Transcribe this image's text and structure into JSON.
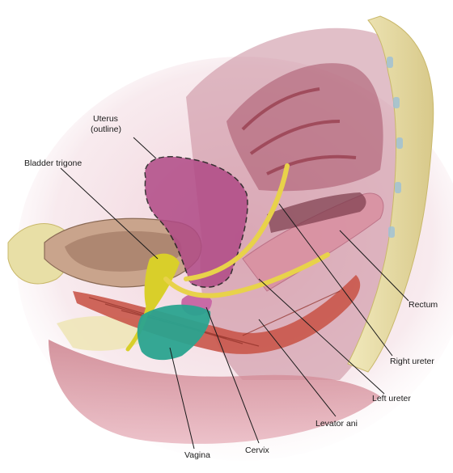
{
  "figure": {
    "labels": {
      "uterus_line1": "Uterus",
      "uterus_line2": "(outline)",
      "bladder_trigone": "Bladder trigone",
      "rectum": "Rectum",
      "right_ureter": "Right ureter",
      "left_ureter": "Left ureter",
      "levator_ani": "Levator ani",
      "vagina": "Vagina",
      "cervix": "Cervix"
    },
    "colors": {
      "bladder": "#c9a48c",
      "bladder_inner": "#a8806a",
      "trigone": "#d9cf2a",
      "uterus": "#b04a86",
      "cervix": "#c96aa6",
      "vagina": "#2aa38f",
      "ureter": "#e8d24a",
      "levator_ani": "#c9574a",
      "rectum": "#d98fa0",
      "bone": "#e8dfa6",
      "wall": "#b55a6a"
    }
  }
}
